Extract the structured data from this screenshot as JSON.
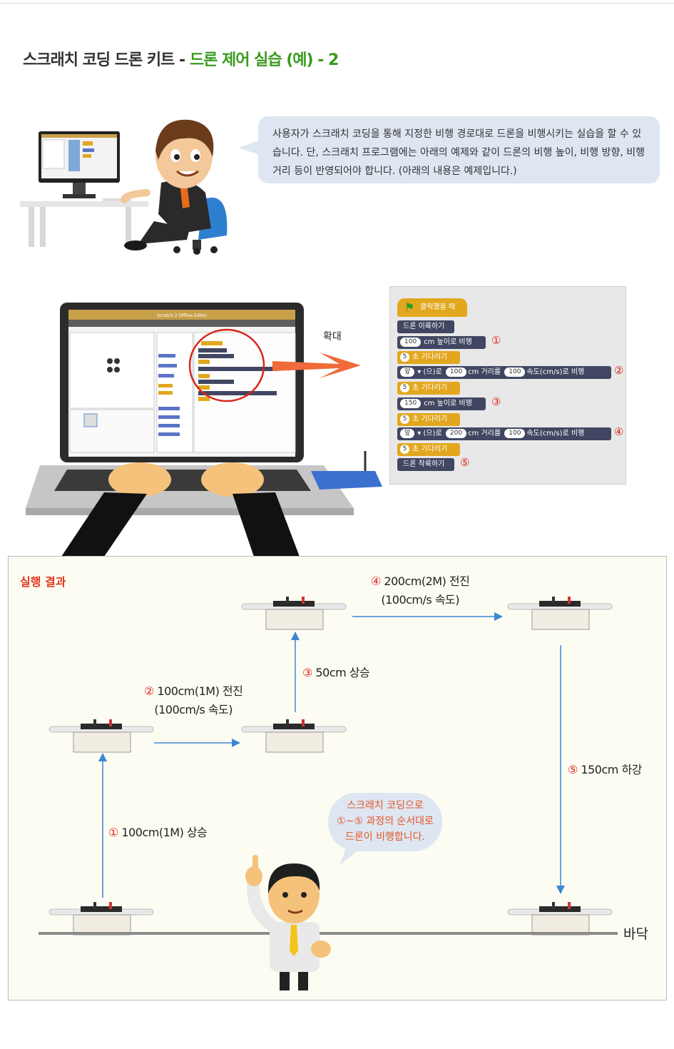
{
  "title": {
    "prefix": "스크래치 코딩 드론 키트 - ",
    "highlight": "드론 제어 실습 (예) - 2"
  },
  "intro_text": "사용자가 스크래치 코딩을 통해 지정한 비행 경로대로 드론을 비행시키는 실습을 할 수 있습니다. 단, 스크래치 프로그램에는 아래의 예제와 같이 드론의 비행 높이, 비행 방향, 비행 거리 등이 반영되어야 합니다. (아래의 내용은 예제입니다.)",
  "laptop_window_title": "Scratch 2 Offline Editor",
  "zoom_label": "확대",
  "code": {
    "hat": "클릭했을 때",
    "b1": "드론 이륙하기",
    "b2_val": "100",
    "b2_txt": "cm 높이로 비행",
    "b2_num": "①",
    "w1_val": "5",
    "w_txt": "초 기다리기",
    "b3_dir": "앞",
    "b3_mid": "(으)로",
    "b3_dist": "100",
    "b3_t1": "cm 거리를",
    "b3_speed": "100",
    "b3_t2": "속도(cm/s)로 비행",
    "b3_num": "②",
    "w2_val": "5",
    "b4_val": "150",
    "b4_txt": "cm 높이로 비행",
    "b4_num": "③",
    "w3_val": "5",
    "b5_dir": "앞",
    "b5_mid": "(으)로",
    "b5_dist": "200",
    "b5_t1": "cm 거리를",
    "b5_speed": "100",
    "b5_t2": "속도(cm/s)로 비행",
    "b5_num": "④",
    "w4_val": "5",
    "b6": "드론 착륙하기",
    "b6_num": "⑤"
  },
  "result": {
    "title": "실행 결과",
    "step1": {
      "num": "①",
      "text": " 100cm(1M) 상승"
    },
    "step2": {
      "num": "②",
      "text": " 100cm(1M) 전진",
      "sub": "(100cm/s 속도)"
    },
    "step3": {
      "num": "③",
      "text": " 50cm 상승"
    },
    "step4": {
      "num": "④",
      "text": " 200cm(2M) 전진",
      "sub": "(100cm/s 속도)"
    },
    "step5": {
      "num": "⑤",
      "text": " 150cm 하강"
    },
    "ground": "바닥",
    "tip_line1": "스크래치 코딩으로",
    "tip_line2": "①~⑤ 과정의 순서대로",
    "tip_line3": "드론이 비행합니다."
  },
  "colors": {
    "accent_green": "#3a9a1e",
    "accent_red": "#d9251c",
    "bubble": "#dde6f1",
    "block_dark": "#414762",
    "block_gold": "#e2a71e",
    "arrow_blue": "#3c86d4"
  }
}
